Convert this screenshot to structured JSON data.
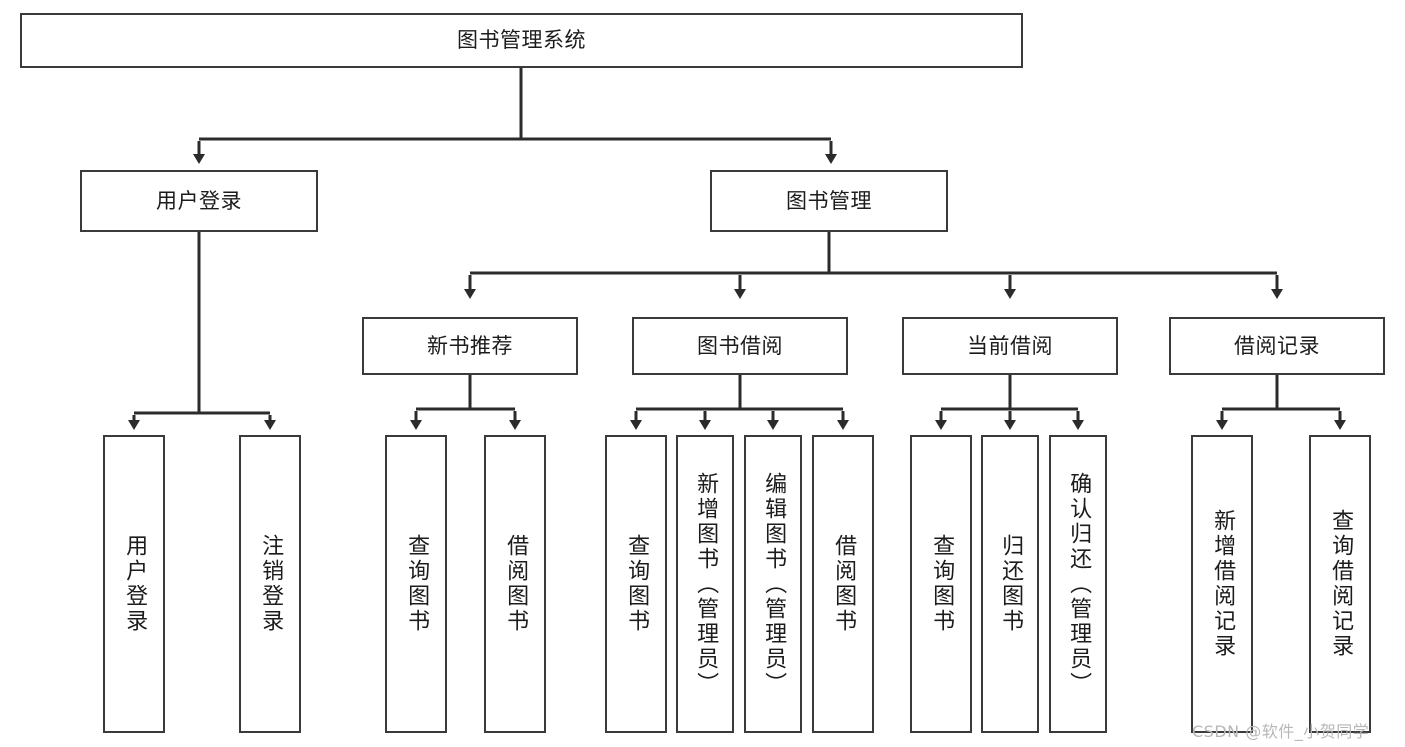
{
  "diagram": {
    "title_root": "图书管理系统",
    "type": "tree-hierarchy-diagram",
    "nodes": {
      "root": {
        "label": "图书管理系统",
        "level": 0,
        "orientation": "horizontal"
      },
      "user_login": {
        "label": "用户登录",
        "level": 1,
        "orientation": "horizontal"
      },
      "book_manage": {
        "label": "图书管理",
        "level": 1,
        "orientation": "horizontal"
      },
      "new_book_rec": {
        "label": "新书推荐",
        "level": 2,
        "orientation": "horizontal"
      },
      "book_borrow": {
        "label": "图书借阅",
        "level": 2,
        "orientation": "horizontal"
      },
      "current_borrow": {
        "label": "当前借阅",
        "level": 2,
        "orientation": "horizontal"
      },
      "borrow_record": {
        "label": "借阅记录",
        "level": 2,
        "orientation": "horizontal"
      },
      "leaf_user_login": {
        "label": "用户登录",
        "level": 2,
        "orientation": "vertical"
      },
      "leaf_logout": {
        "label": "注销登录",
        "level": 2,
        "orientation": "vertical"
      },
      "leaf_query_book_a": {
        "label": "查询图书",
        "level": 3,
        "orientation": "vertical"
      },
      "leaf_borrow_book_a": {
        "label": "借阅图书",
        "level": 3,
        "orientation": "vertical"
      },
      "leaf_query_book_b": {
        "label": "查询图书",
        "level": 3,
        "orientation": "vertical"
      },
      "leaf_add_book": {
        "label": "新增图书（管理员）",
        "level": 3,
        "orientation": "vertical"
      },
      "leaf_edit_book": {
        "label": "编辑图书（管理员）",
        "level": 3,
        "orientation": "vertical"
      },
      "leaf_borrow_book_b": {
        "label": "借阅图书",
        "level": 3,
        "orientation": "vertical"
      },
      "leaf_query_book_c": {
        "label": "查询图书",
        "level": 3,
        "orientation": "vertical"
      },
      "leaf_return_book": {
        "label": "归还图书",
        "level": 3,
        "orientation": "vertical"
      },
      "leaf_confirm_return": {
        "label": "确认归还（管理员）",
        "level": 3,
        "orientation": "vertical"
      },
      "leaf_add_record": {
        "label": "新增借阅记录",
        "level": 3,
        "orientation": "vertical"
      },
      "leaf_query_record": {
        "label": "查询借阅记录",
        "level": 3,
        "orientation": "vertical"
      }
    },
    "edges": [
      {
        "from": "root",
        "to": "user_login"
      },
      {
        "from": "root",
        "to": "book_manage"
      },
      {
        "from": "user_login",
        "to": "leaf_user_login"
      },
      {
        "from": "user_login",
        "to": "leaf_logout"
      },
      {
        "from": "book_manage",
        "to": "new_book_rec"
      },
      {
        "from": "book_manage",
        "to": "book_borrow"
      },
      {
        "from": "book_manage",
        "to": "current_borrow"
      },
      {
        "from": "book_manage",
        "to": "borrow_record"
      },
      {
        "from": "new_book_rec",
        "to": "leaf_query_book_a"
      },
      {
        "from": "new_book_rec",
        "to": "leaf_borrow_book_a"
      },
      {
        "from": "book_borrow",
        "to": "leaf_query_book_b"
      },
      {
        "from": "book_borrow",
        "to": "leaf_add_book"
      },
      {
        "from": "book_borrow",
        "to": "leaf_edit_book"
      },
      {
        "from": "book_borrow",
        "to": "leaf_borrow_book_b"
      },
      {
        "from": "current_borrow",
        "to": "leaf_query_book_c"
      },
      {
        "from": "current_borrow",
        "to": "leaf_return_book"
      },
      {
        "from": "current_borrow",
        "to": "leaf_confirm_return"
      },
      {
        "from": "borrow_record",
        "to": "leaf_add_record"
      },
      {
        "from": "borrow_record",
        "to": "leaf_query_record"
      }
    ],
    "colors": {
      "border": "#3a3a3a",
      "text": "#1c1c1c",
      "background": "#ffffff",
      "connector": "#2b2b2b",
      "watermark": "#b7b7b7"
    }
  },
  "watermark": {
    "text": "CSDN @软件_小贺同学"
  }
}
